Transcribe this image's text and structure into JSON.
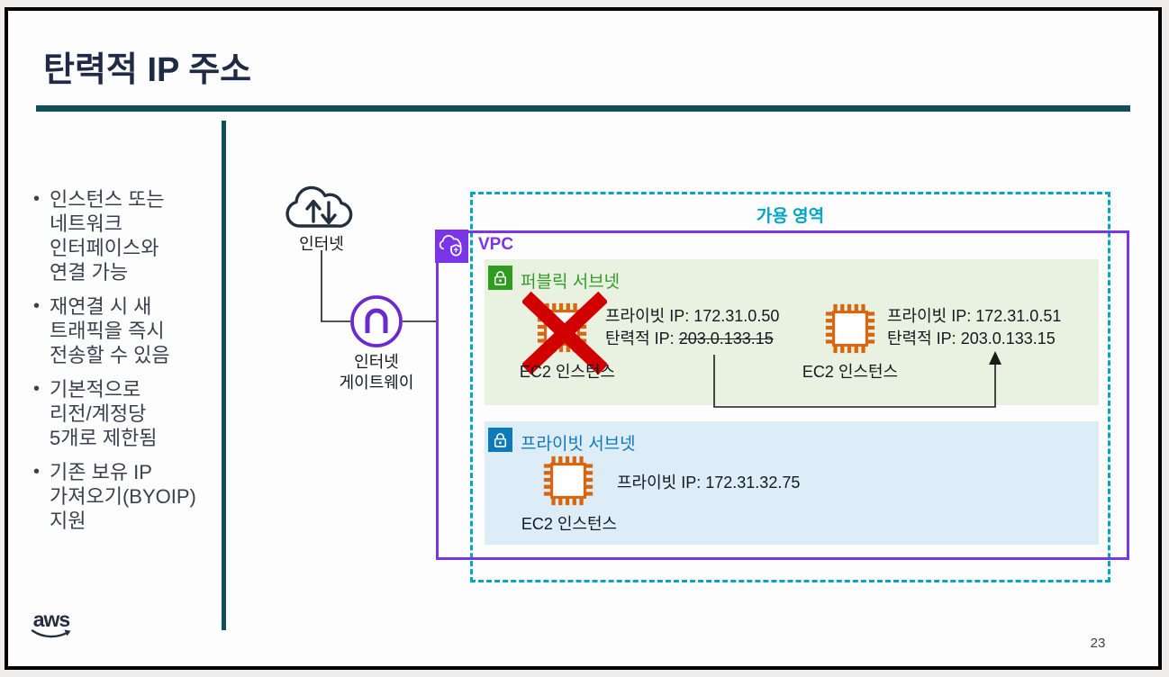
{
  "slide": {
    "title": "탄력적 IP 주소",
    "page_number": "23",
    "logo_text": "aws"
  },
  "bullets": [
    "인스턴스 또는\n네트워크\n인터페이스와\n연결 가능",
    "재연결 시 새\n트래픽을 즉시\n전송할 수 있음",
    "기본적으로\n리전/계정당\n5개로 제한됨",
    "기존 보유 IP\n가져오기(BYOIP)\n지원"
  ],
  "diagram": {
    "internet": {
      "label": "인터넷"
    },
    "internet_gateway": {
      "label": "인터넷\n게이트웨이"
    },
    "availability_zone": {
      "label": "가용 영역"
    },
    "vpc": {
      "label": "VPC"
    },
    "public_subnet": {
      "label": "퍼블릭 서브넷",
      "instances": [
        {
          "name": "EC2 인스턴스",
          "private_ip": "프라이빗 IP: 172.31.0.50",
          "elastic_ip_prefix": "탄력적 IP: ",
          "elastic_ip": "203.0.133.15",
          "elastic_ip_detached": true
        },
        {
          "name": "EC2 인스턴스",
          "private_ip": "프라이빗 IP: 172.31.0.51",
          "elastic_ip_prefix": "탄력적 IP: ",
          "elastic_ip": "203.0.133.15",
          "elastic_ip_detached": false
        }
      ]
    },
    "private_subnet": {
      "label": "프라이빗 서브넷",
      "instances": [
        {
          "name": "EC2 인스턴스",
          "private_ip": "프라이빗 IP: 172.31.32.75"
        }
      ]
    }
  },
  "colors": {
    "title": "#1f2a44",
    "rule_teal": "#0e4f58",
    "az_cyan": "#00a6c4",
    "vpc_purple": "#7b35e8",
    "subnet_green": "#2f9b1f",
    "subnet_green_bg": "#e9f2e1",
    "subnet_blue": "#0f7ab8",
    "subnet_blue_bg": "#dcedf8",
    "ec2_orange": "#d9660f",
    "detach_red": "#d10000",
    "dark_navy": "#232f3e"
  }
}
